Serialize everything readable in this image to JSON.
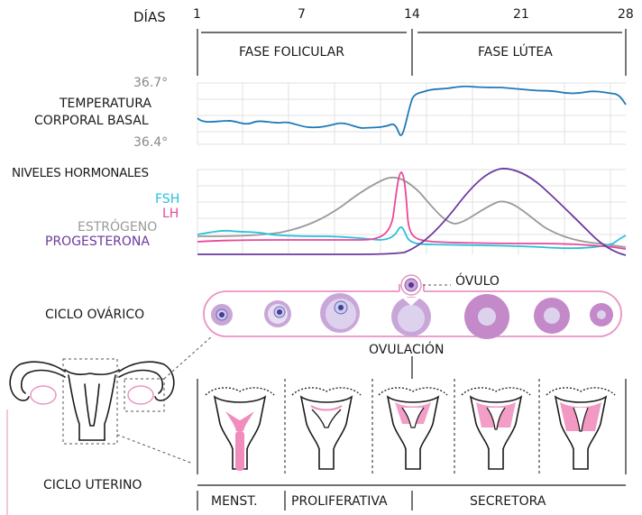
{
  "header": {
    "days_label": "DÍAS",
    "day_ticks": [
      "1",
      "7",
      "14",
      "21",
      "28"
    ],
    "phase_follicular": "FASE FOLICULAR",
    "phase_luteal": "FASE LÚTEA"
  },
  "temperature": {
    "label_line1": "TEMPERATURA",
    "label_line2": "CORPORAL BASAL",
    "max": "36.7°",
    "min": "36.4°",
    "color": "#1f7ab8"
  },
  "hormones": {
    "title": "NIVELES HORMONALES",
    "legend": [
      {
        "name": "FSH",
        "color": "#27c0dc"
      },
      {
        "name": "LH",
        "color": "#e8489a"
      },
      {
        "name": "ESTRÓGENO",
        "color": "#9a9a9a"
      },
      {
        "name": "PROGESTERONA",
        "color": "#6a3a9e"
      }
    ]
  },
  "ovarian": {
    "title": "CICLO OVÁRICO",
    "ovum_label": "ÓVULO",
    "ovulation_label": "OVULACIÓN",
    "color": "#e994c4",
    "follicle_color": "#c9a6d8"
  },
  "uterine": {
    "title": "CICLO UTERINO",
    "phases": [
      "MENST.",
      "PROLIFERATIVA",
      "SECRETORA"
    ],
    "lining_color": "#f08dbd"
  }
}
